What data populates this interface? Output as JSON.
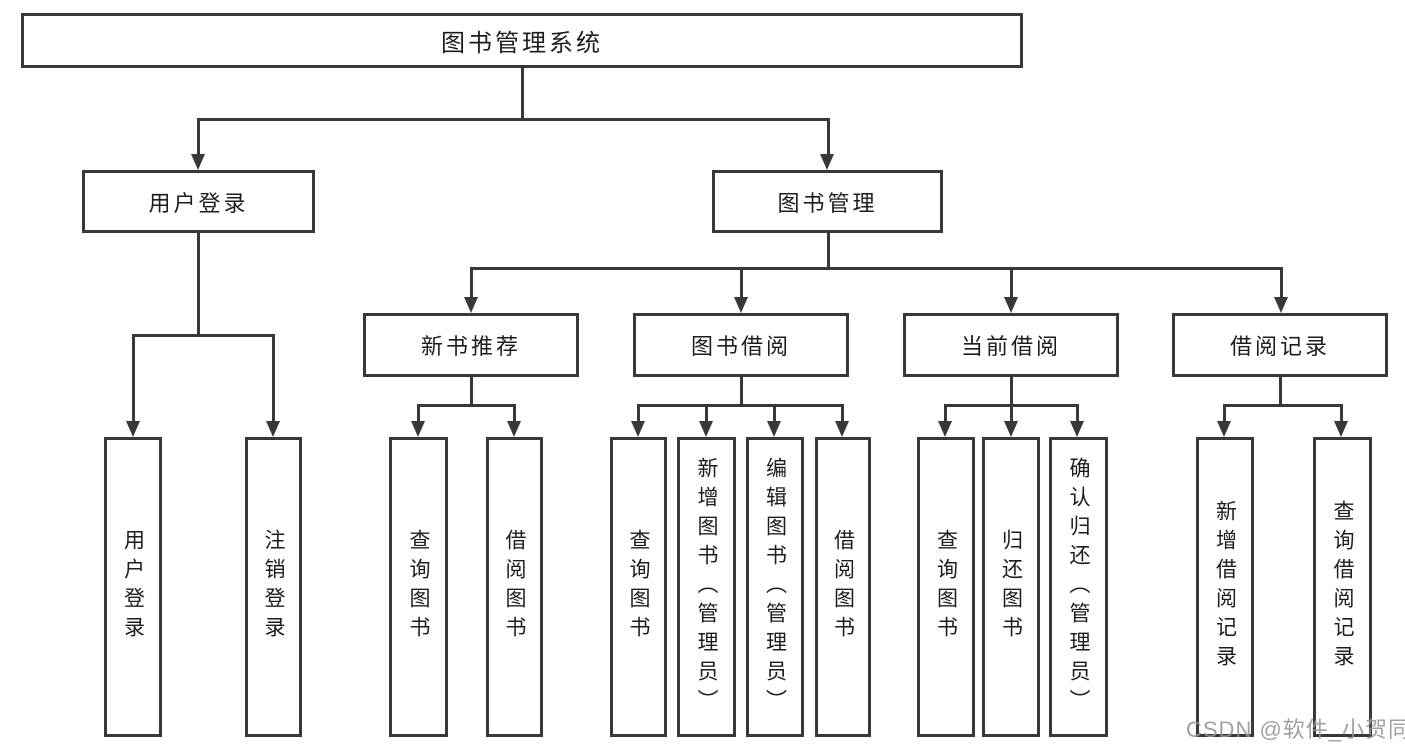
{
  "diagram": {
    "root": {
      "label": "图书管理系统",
      "children": [
        {
          "label": "用户登录",
          "children": [
            {
              "label": "用户登录"
            },
            {
              "label": "注销登录"
            }
          ]
        },
        {
          "label": "图书管理",
          "children": [
            {
              "label": "新书推荐",
              "children": [
                {
                  "label": "查询图书"
                },
                {
                  "label": "借阅图书"
                }
              ]
            },
            {
              "label": "图书借阅",
              "children": [
                {
                  "label": "查询图书"
                },
                {
                  "label": "新增图书（管理员）"
                },
                {
                  "label": "编辑图书（管理员）"
                },
                {
                  "label": "借阅图书"
                }
              ]
            },
            {
              "label": "当前借阅",
              "children": [
                {
                  "label": "查询图书"
                },
                {
                  "label": "归还图书"
                },
                {
                  "label": "确认归还（管理员）"
                }
              ]
            },
            {
              "label": "借阅记录",
              "children": [
                {
                  "label": "新增借阅记录"
                },
                {
                  "label": "查询借阅记录"
                }
              ]
            }
          ]
        }
      ]
    },
    "line_color": "#383838"
  },
  "watermark": {
    "text": "CSDN @软件_小贺同学"
  }
}
